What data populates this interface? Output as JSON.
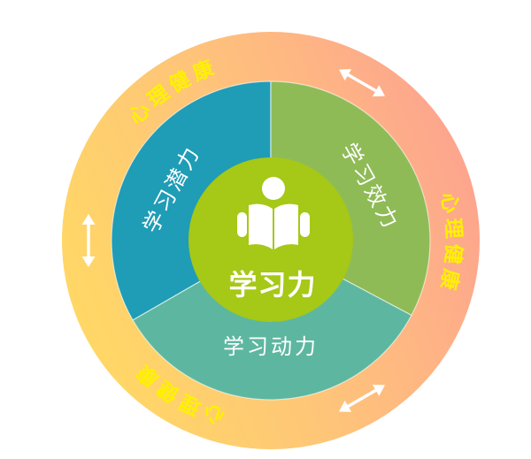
{
  "diagram": {
    "center": {
      "label": "学习力",
      "icon": "reading-person-icon",
      "color": "#a6c816",
      "icon_color": "#ffffff"
    },
    "segments": [
      {
        "label": "学习潜力",
        "color": "#1f9cb6"
      },
      {
        "label": "学习效力",
        "color": "#8fbb57"
      },
      {
        "label": "学习动力",
        "color": "#5db7a0"
      }
    ],
    "ring": {
      "labels": [
        "心理健康",
        "心理健康",
        "心理健康"
      ],
      "label_color": "#fff100",
      "arrow_icon": "double-arrow-icon",
      "arrow_color": "#ffffff",
      "gradient": [
        "#ffd964",
        "#fec37a",
        "#fda38f"
      ]
    }
  }
}
